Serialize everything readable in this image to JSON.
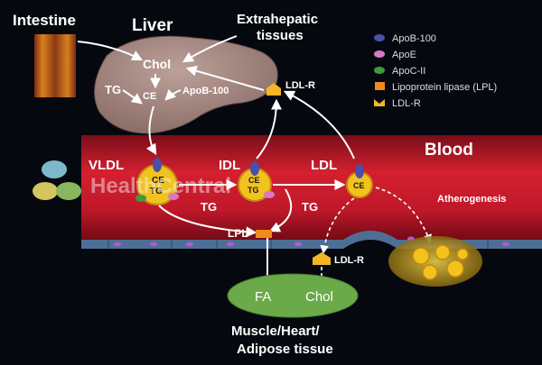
{
  "labels": {
    "intestine": "Intestine",
    "liver": "Liver",
    "extrahepatic": [
      "Extrahepatic",
      "tissues"
    ],
    "chol": "Chol",
    "tg_liver": "TG",
    "ce_liver": "CE",
    "apob100_liver": "ApoB-100",
    "ldlr_liver": "LDL-R",
    "blood": "Blood",
    "vldl": "VLDL",
    "idl": "IDL",
    "ldl": "LDL",
    "vldl_core": [
      "CE",
      "TG"
    ],
    "idl_core": [
      "CE",
      "TG"
    ],
    "ldl_core": "CE",
    "tg_1": "TG",
    "tg_2": "TG",
    "lpl": "LPL",
    "atherogenesis": "Atherogenesis",
    "ldlr_tissue": "LDL-R",
    "fa": "FA",
    "chol_tissue": "Chol",
    "tissue_caption": [
      "Muscle/Heart/",
      "Adipose tissue"
    ]
  },
  "legend": [
    {
      "label": "ApoB-100",
      "color": "#4a4fa8",
      "shape": "ellipse"
    },
    {
      "label": "ApoE",
      "color": "#d977c9",
      "shape": "ellipse"
    },
    {
      "label": "ApoC-II",
      "color": "#3f9a3f",
      "shape": "ellipse"
    },
    {
      "label": "Lipoprotein lipase (LPL)",
      "color": "#f08a1c",
      "shape": "rect"
    },
    {
      "label": "LDL-R",
      "color": "#f2b624",
      "shape": "receptor"
    }
  ],
  "watermark": "HealthCentral",
  "colors": {
    "blood": "#c0182a",
    "particle": "#f2c21e",
    "liver": "#a98a82",
    "tissue": "#6aaa48",
    "vessel_wall": "#4d6f96"
  }
}
